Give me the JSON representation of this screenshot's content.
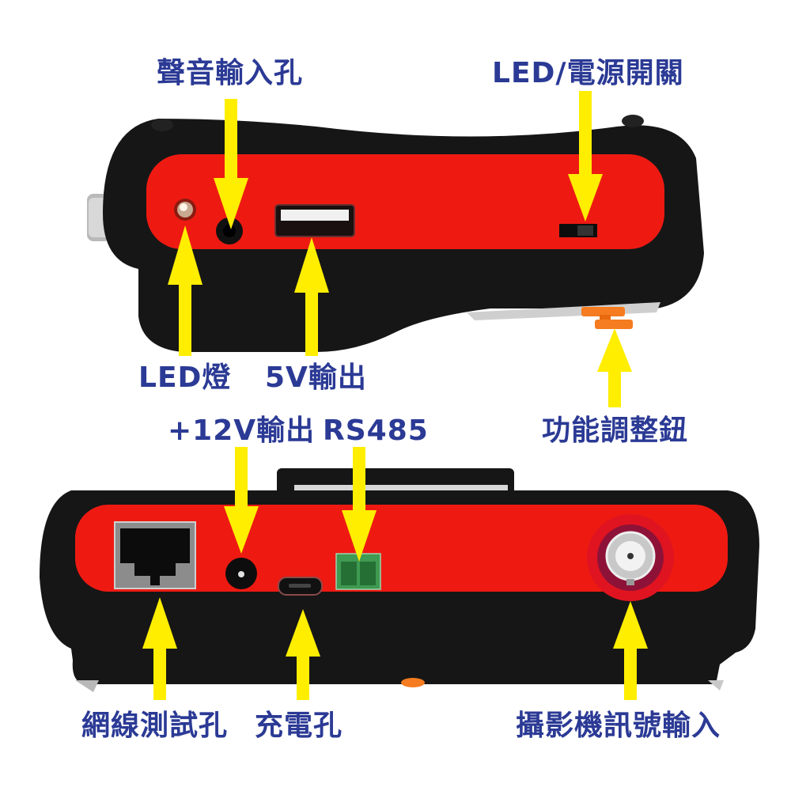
{
  "colors": {
    "label_text": "#2b3a95",
    "arrow": "#ffee00",
    "device_body": "#151515",
    "panel_red": "#ee1a12",
    "knob_orange": "#f57c20"
  },
  "top_view": {
    "labels": {
      "audio_input": "聲音輸入孔",
      "led_power_switch": "LED/電源開關",
      "led_light": "LED燈",
      "output_5v": "5V輸出",
      "function_knob": "功能調整鈕"
    },
    "ports": [
      "led-light",
      "audio-jack",
      "usb-a-port",
      "power-switch",
      "function-knob"
    ]
  },
  "bottom_view": {
    "labels": {
      "output_12v": "+12V輸出",
      "rs485": "RS485",
      "network_test": "網線測試孔",
      "charging": "充電孔",
      "camera_input": "攝影機訊號輸入"
    },
    "ports": [
      "rj45-port",
      "dc-jack",
      "micro-usb-port",
      "rs485-terminal",
      "bnc-connector"
    ]
  }
}
